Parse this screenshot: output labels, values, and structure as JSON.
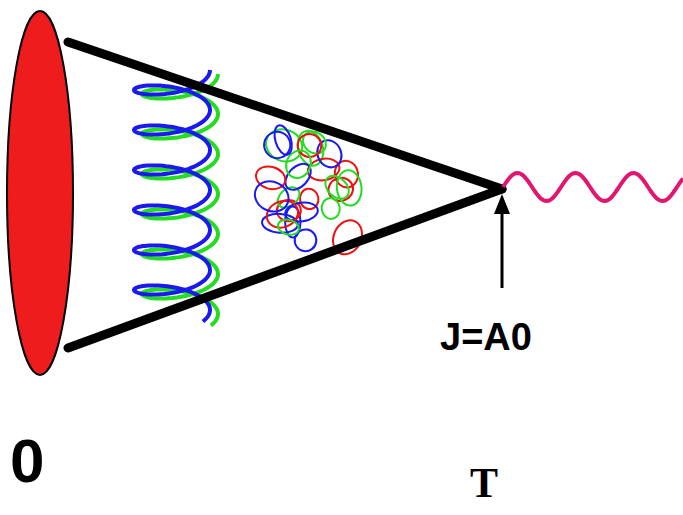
{
  "diagram": {
    "labels": [
      "J=A0",
      "0",
      "T"
    ]
  }
}
